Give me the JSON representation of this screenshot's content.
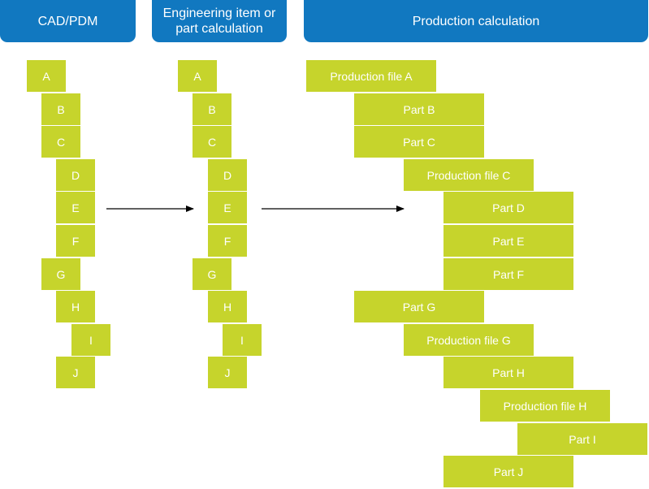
{
  "headers": {
    "cad": "CAD/PDM",
    "engineering": "Engineering item or part calculation",
    "production": "Production calculation"
  },
  "cad_items": [
    "A",
    "B",
    "C",
    "D",
    "E",
    "F",
    "G",
    "H",
    "I",
    "J"
  ],
  "engineering_items": [
    "A",
    "B",
    "C",
    "D",
    "E",
    "F",
    "G",
    "H",
    "I",
    "J"
  ],
  "production_items": [
    "Production file A",
    "Part B",
    "Part C",
    "Production file C",
    "Part D",
    "Part E",
    "Part F",
    "Part G",
    "Production file G",
    "Part H",
    "Production file H",
    "Part I",
    "Part J"
  ],
  "colors": {
    "header": "#1178c0",
    "box": "#c6d42c",
    "arrow": "#000000"
  }
}
